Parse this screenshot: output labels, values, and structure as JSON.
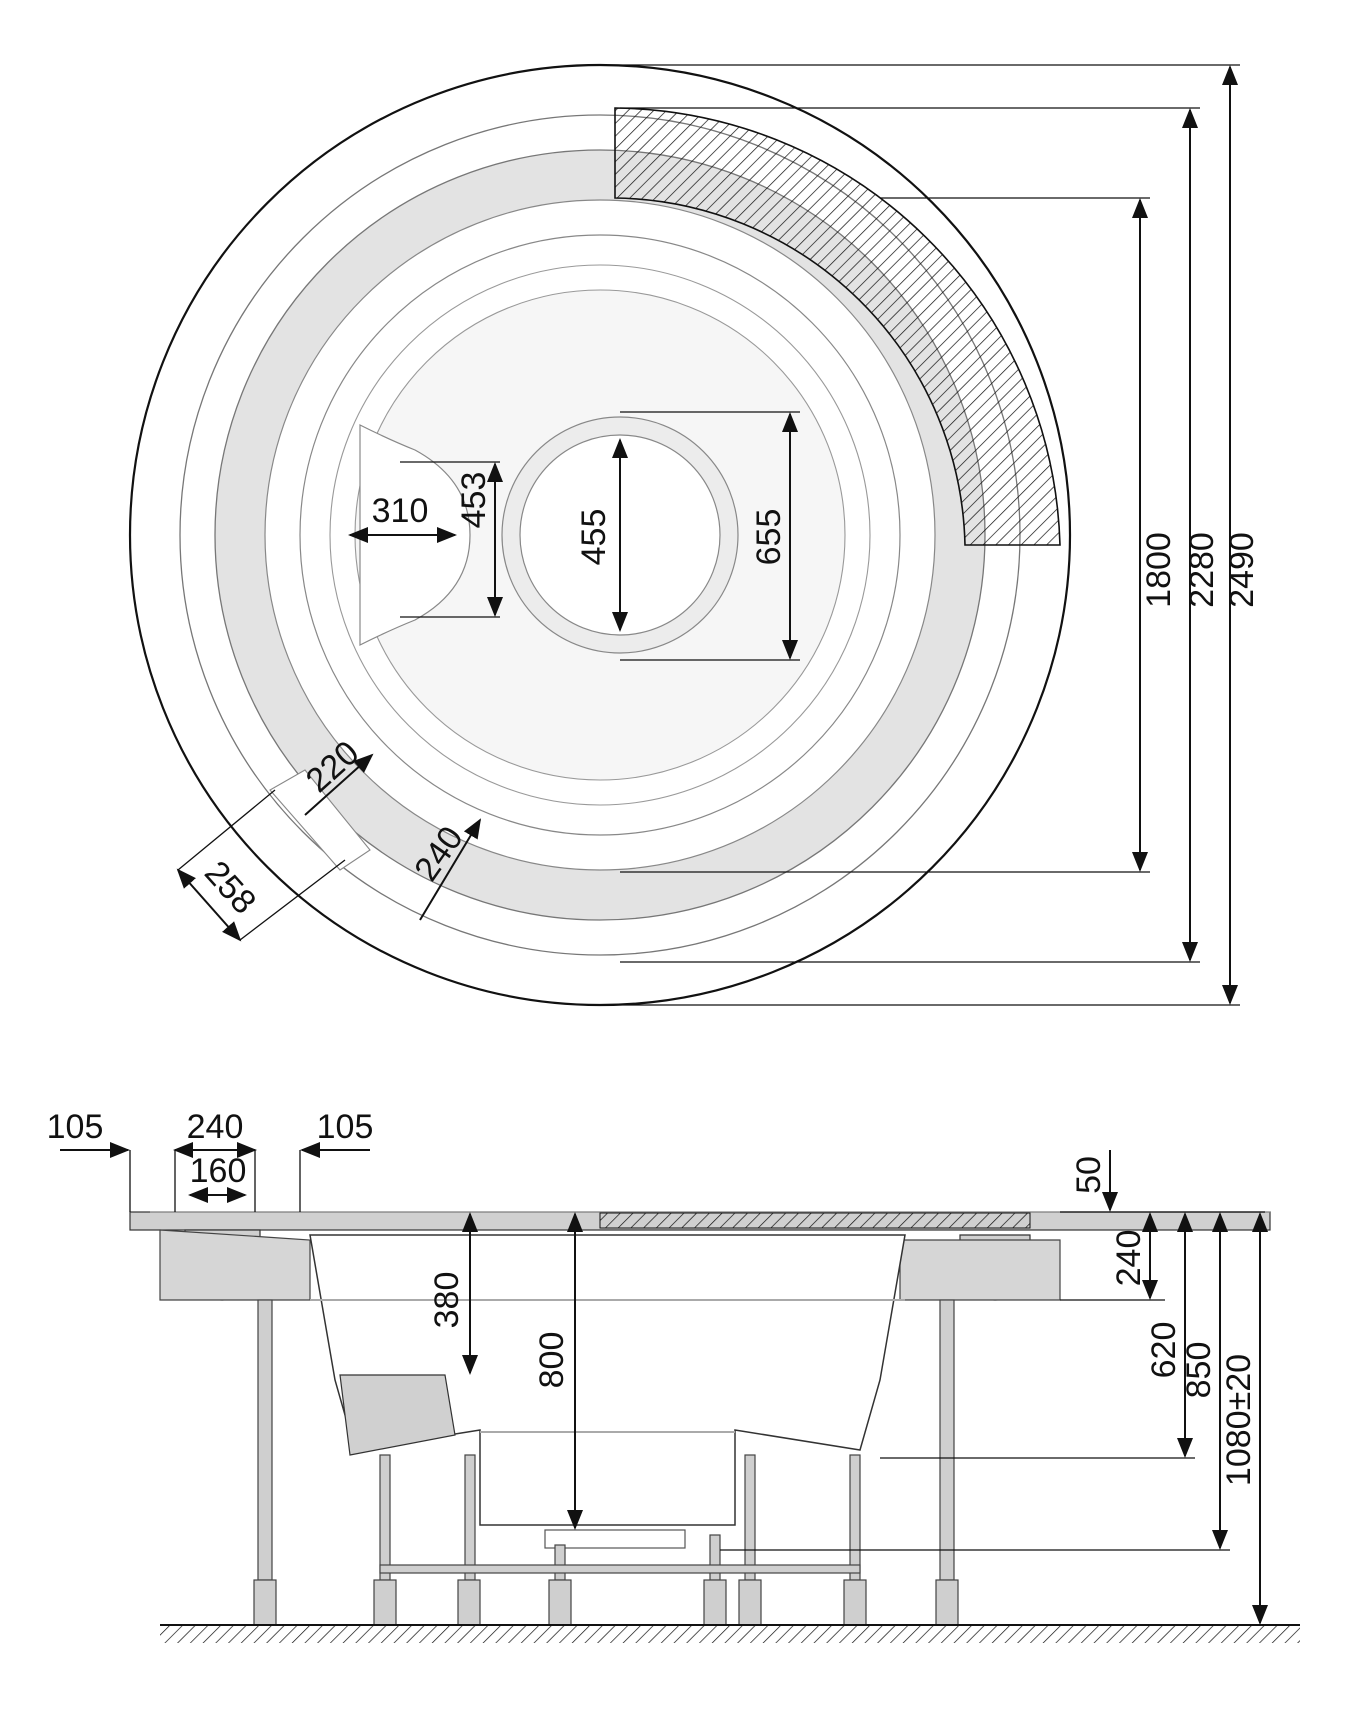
{
  "top_view": {
    "dimensions": {
      "overall_diameter": "2490",
      "outer_step": "2280",
      "inner_diameter": "1800",
      "center_outer": "655",
      "center_inner": "455",
      "seat_width": "310",
      "seat_depth": "453",
      "step_258": "258",
      "step_220": "220",
      "step_240": "240"
    }
  },
  "side_view": {
    "dimensions": {
      "rim_left": "105",
      "rim_mid": "240",
      "rim_right": "105",
      "channel": "160",
      "grate_thickness": "50",
      "rim_depth": "240",
      "seat_depth": "380",
      "well_depth": "800",
      "seat_height": "620",
      "bottom_height": "850",
      "total_height": "1080±20"
    }
  },
  "colors": {
    "line": "#111111",
    "shade": "#d0d0d0",
    "light": "#e6e6e6"
  }
}
